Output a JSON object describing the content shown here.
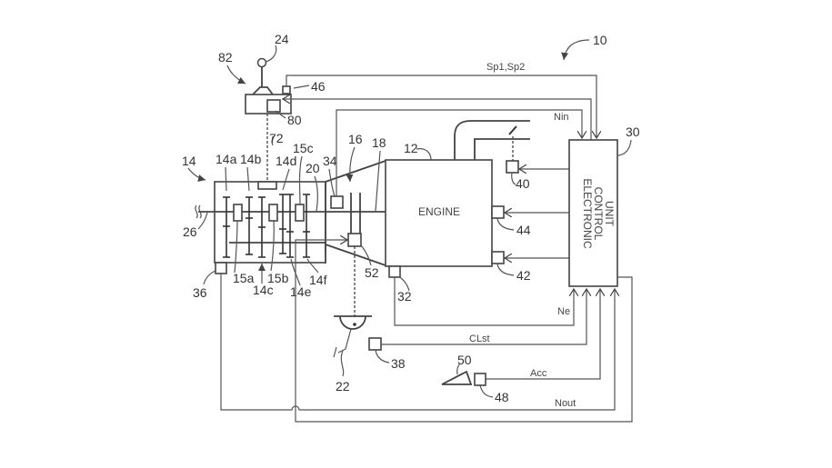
{
  "figure": {
    "type": "patent-schematic",
    "system_ref": "10"
  },
  "blocks": {
    "engine": {
      "ref": "12",
      "label": "ENGINE"
    },
    "ecu": {
      "ref": "30",
      "label_lines": [
        "ELECTRONIC",
        "CONTROL",
        "UNIT"
      ]
    },
    "transmission": {
      "ref": "14"
    },
    "clutch": {
      "ref": "16"
    },
    "shift_lever": {
      "ref": "24"
    },
    "shift_device": {
      "ref": "82"
    },
    "clutch_pedal": {
      "ref": "22"
    },
    "accelerator_pedal": {
      "ref": "50"
    }
  },
  "sensors": {
    "s46": "46",
    "s80": "80",
    "s34": "34",
    "s40": "40",
    "s44": "44",
    "s42": "42",
    "s32": "32",
    "s36": "36",
    "s52": "52",
    "s38": "38",
    "s48": "48"
  },
  "parts": {
    "p72": "72",
    "p18": "18",
    "p20": "20",
    "p26": "26",
    "g14a": "14a",
    "g14b": "14b",
    "g14c": "14c",
    "g14d": "14d",
    "g14e": "14e",
    "g14f": "14f",
    "c15a": "15a",
    "c15b": "15b",
    "c15c": "15c"
  },
  "signals": {
    "sp": "Sp1,Sp2",
    "nin": "Nin",
    "ne": "Ne",
    "clst": "CLst",
    "acc": "Acc",
    "nout": "Nout"
  }
}
